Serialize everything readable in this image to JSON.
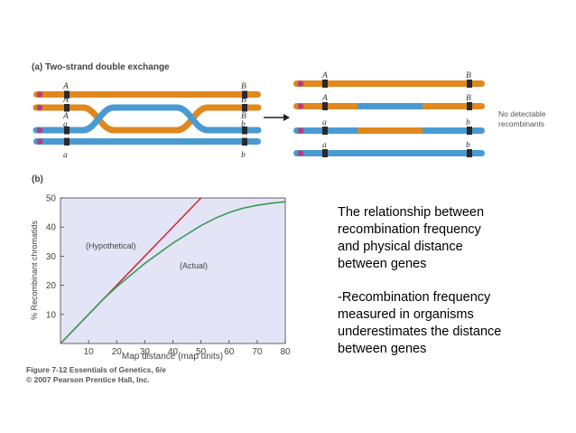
{
  "panel_a": {
    "label": "(a) Two-strand double exchange",
    "left_loci": [
      "A",
      "A",
      "A",
      "a",
      "a"
    ],
    "right_loci": [
      "B",
      "B",
      "B",
      "b",
      "b"
    ],
    "result_left_loci": [
      "A",
      "A",
      "a",
      "a"
    ],
    "result_right_loci": [
      "B",
      "B",
      "b",
      "b"
    ],
    "result_note_line1": "No detectable",
    "result_note_line2": "recombinants",
    "colors": {
      "orange": "#e0871e",
      "blue": "#4a9ad2",
      "centromere": "#b5407e",
      "band": "#2b2b2b"
    }
  },
  "panel_b": {
    "label": "(b)"
  },
  "chart_data": {
    "type": "line",
    "xlabel": "Map distance (map units)",
    "ylabel": "% Recombinant chromatids",
    "xlim": [
      0,
      80
    ],
    "ylim": [
      0,
      50
    ],
    "xticks": [
      "10",
      "20",
      "30",
      "40",
      "50",
      "60",
      "70",
      "80"
    ],
    "yticks": [
      "10",
      "20",
      "30",
      "40",
      "50"
    ],
    "grid": false,
    "background": "#e4e4f7",
    "annotations": [
      "(Hypothetical)",
      "(Actual)"
    ],
    "series": [
      {
        "name": "(Hypothetical)",
        "color": "#c8323a",
        "x": [
          0,
          50
        ],
        "y": [
          0,
          50
        ]
      },
      {
        "name": "(Actual)",
        "color": "#3a9a55",
        "x": [
          0,
          5,
          10,
          15,
          20,
          25,
          30,
          35,
          40,
          45,
          50,
          55,
          60,
          65,
          70,
          75,
          80
        ],
        "y": [
          0,
          5,
          10,
          15,
          19.5,
          23.5,
          27.5,
          31,
          34.5,
          37.5,
          40.5,
          43,
          45,
          46.5,
          47.5,
          48.2,
          48.7
        ]
      }
    ]
  },
  "caption": {
    "line1": "Figure 7-12  Essentials of Genetics, 6/e",
    "line2": "© 2007 Pearson Prentice Hall, Inc."
  },
  "side_text": {
    "para1_line1": "The relationship between",
    "para1_line2": "recombination frequency",
    "para1_line3": "and physical distance",
    "para1_line4": "between genes",
    "para2_line1": "-Recombination frequency",
    "para2_line2": "measured in organisms",
    "para2_line3": "underestimates the distance",
    "para2_line4": "between genes"
  }
}
